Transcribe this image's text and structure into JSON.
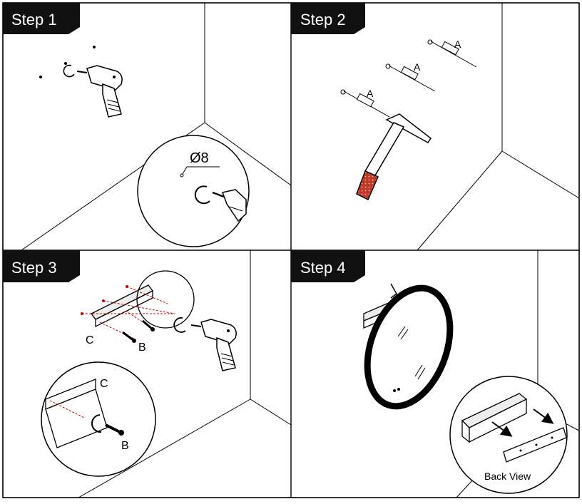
{
  "panels": [
    {
      "step_label": "Step 1",
      "callout": "Ø8"
    },
    {
      "step_label": "Step 2",
      "parts": [
        "A",
        "A",
        "A"
      ]
    },
    {
      "step_label": "Step 3",
      "parts": [
        "C",
        "B",
        "C",
        "B"
      ]
    },
    {
      "step_label": "Step 4",
      "callout": "Back View"
    }
  ],
  "colors": {
    "label_bg": "#111111",
    "label_fg": "#ffffff",
    "line": "#000000",
    "dowel": "#cc0000",
    "handle_grip": "#c0392b"
  },
  "icons": [
    "drill-icon",
    "hammer-icon",
    "screw-icon",
    "wall-anchor-icon",
    "rotate-arrow-icon",
    "mirror-icon",
    "bracket-icon"
  ]
}
